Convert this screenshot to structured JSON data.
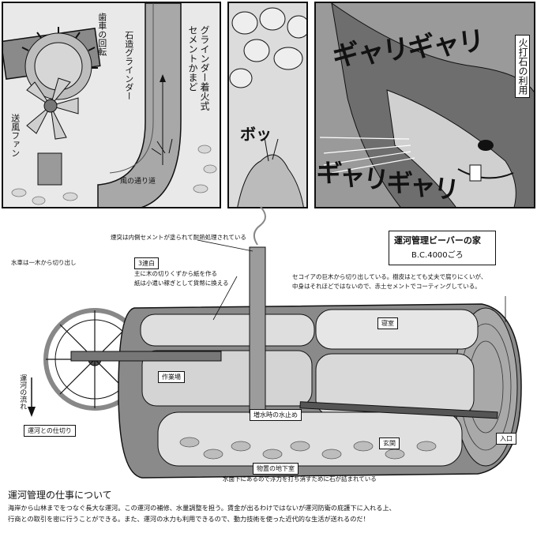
{
  "top": {
    "gear_rotation": "歯車の回転",
    "stone_grinder": "石造グラインダー",
    "blower_fan": "送風ファン",
    "wind_path": "風の通り道",
    "grinder_ignition": "グラインダー着火式\nセメントかまど",
    "flint_use": "火打石の利用",
    "sfx_gyari_top": "ギャリギャリ",
    "sfx_gyari_bottom": "ギャリギャリ",
    "sfx_bo": "ボッ"
  },
  "house": {
    "title": "運河管理ビーバーの家",
    "era": "B.C.4000ごろ",
    "chimney_note": "煙突は内側セメントが塗られて耐熱処理されている",
    "waterwheel_note": "水車は一木から切り出し",
    "third_floor": "3連白",
    "paper_note_1": "主に木の切りくずから紙を作る",
    "paper_note_2": "紙は小遣い稼ぎとして貨幣に換える",
    "sequoia_note_1": "セコイアの巨木から切り出している。樹皮はとても丈夫で腐りにくいが、",
    "sequoia_note_2": "中身はそれほどではないので、赤土セメントでコーティングしている。",
    "bedroom": "寝室",
    "workshop": "作業場",
    "flood_stop": "増水時の水止め",
    "entrance_hall": "玄関",
    "entrance": "入口",
    "canal_partition": "運河との仕切り",
    "canal_flow": "運河の流れ",
    "basement": "物置の地下室",
    "stone_note": "水面下にあるので浮力を打ち消すために石が詰まれている"
  },
  "footer": {
    "heading": "運河管理の仕事について",
    "body_1": "海岸から山林までをつなぐ長大な運河。この運河の補修、水量調整を担う。賃金が出るわけではないが運河防衛の庇護下に入れる上、",
    "body_2": "行商との取引を密に行うことができる。また、運河の水力も利用できるので、動力技術を使った近代的な生活が送れるのだ！"
  }
}
